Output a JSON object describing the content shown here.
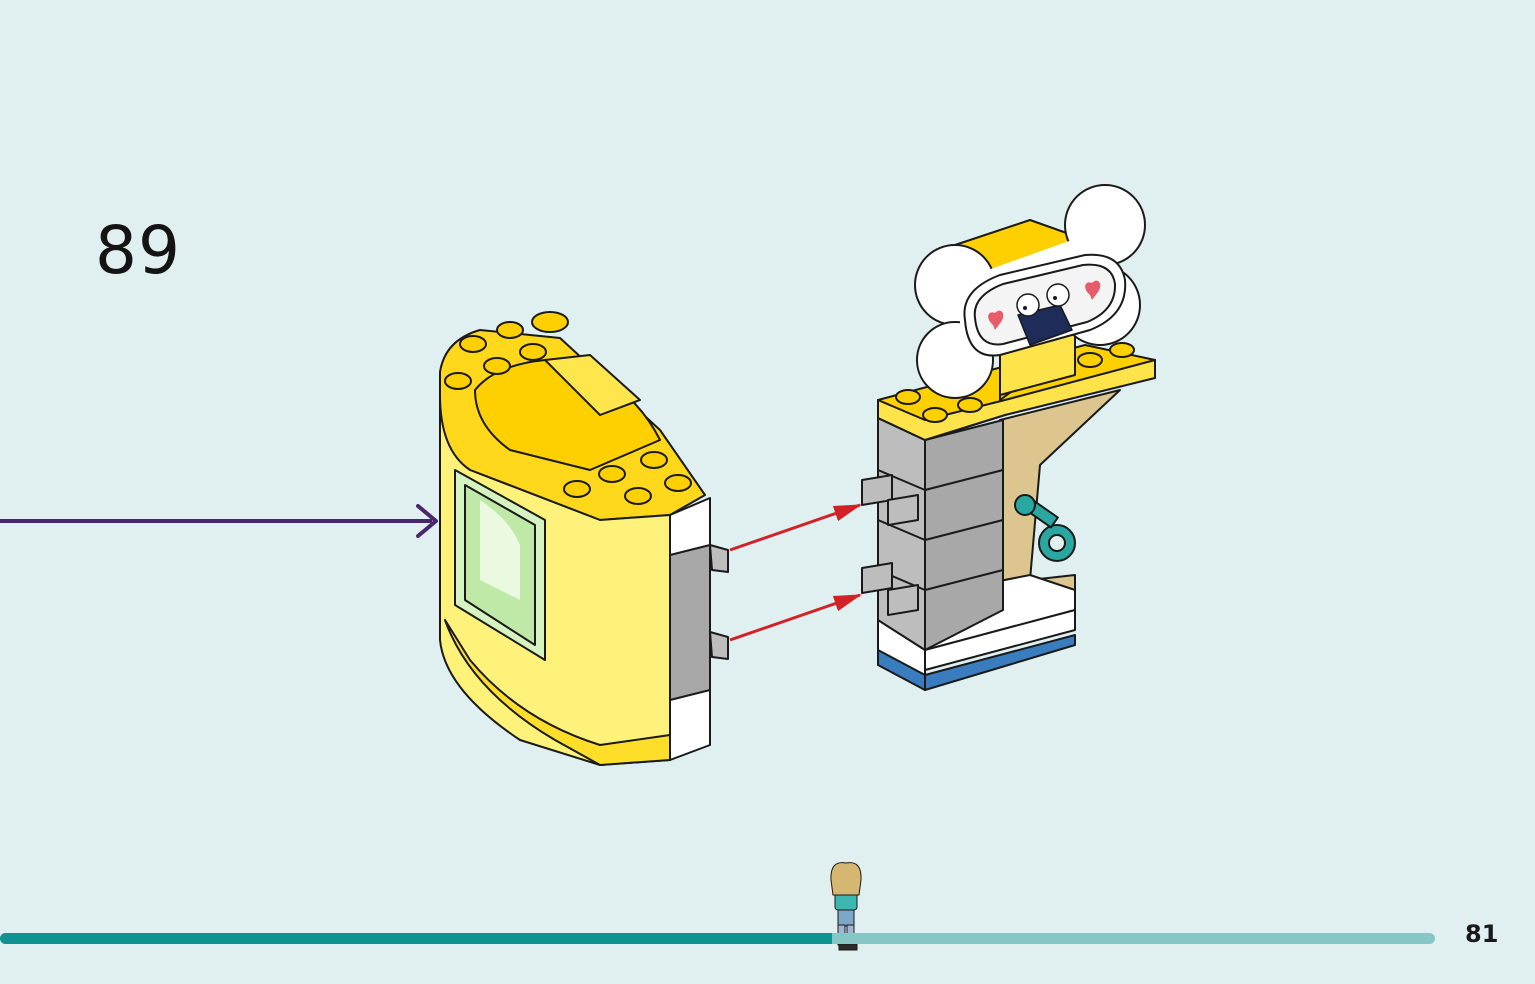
{
  "step": {
    "number": "89"
  },
  "footer": {
    "page_number": "81",
    "progress_fraction": 0.58
  },
  "colors": {
    "background": "#e0f0f1",
    "progress_fill": "#109290",
    "progress_track": "#86c7c6",
    "callout_arrow": "#4b2670",
    "attach_arrow": "#d22228",
    "brick_yellow": "#ffe34b",
    "brick_gray": "#a8a8a8"
  },
  "illustration": {
    "left_assembly": "yellow-wall-with-window",
    "right_assembly": "bone-sign-tower",
    "sign_icons": [
      "heart-icon",
      "puppies-in-box-icon",
      "heart-icon"
    ]
  }
}
